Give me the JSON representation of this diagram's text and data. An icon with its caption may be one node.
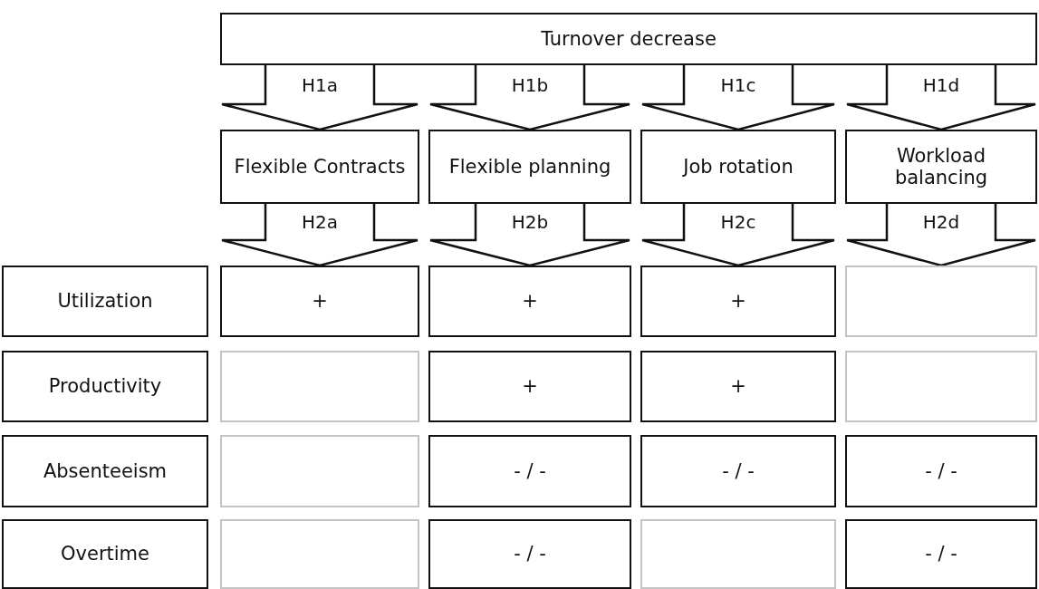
{
  "diagram": {
    "nodes": [
      {
        "text": [
          "Turnover decrease"
        ]
      },
      {
        "text": [
          "Flexible Contracts"
        ]
      },
      {
        "text": [
          "Flexible planning"
        ]
      },
      {
        "text": [
          "Job rotation"
        ]
      },
      {
        "text": [
          "Workload balancing"
        ]
      },
      {
        "text": [
          "Utilization"
        ]
      },
      {
        "text": [
          "+"
        ]
      },
      {
        "text": [
          "+"
        ]
      },
      {
        "text": [
          "+"
        ]
      },
      {
        "text": [],
        "shape": "box"
      },
      {
        "text": [
          "Productivity"
        ]
      },
      {
        "text": [],
        "shape": "box"
      },
      {
        "text": [
          "+"
        ]
      },
      {
        "text": [
          "+"
        ]
      },
      {
        "text": [],
        "shape": "box"
      },
      {
        "text": [
          "Absenteeism"
        ]
      },
      {
        "text": [],
        "shape": "box"
      },
      {
        "text": [
          "- / -"
        ]
      },
      {
        "text": [
          "- / -"
        ]
      },
      {
        "text": [
          "- / -"
        ]
      },
      {
        "text": [
          "Overtime"
        ]
      },
      {
        "text": [],
        "shape": "box"
      },
      {
        "text": [
          "- / -"
        ]
      },
      {
        "text": [],
        "shape": "box"
      },
      {
        "text": [
          "- / -"
        ]
      }
    ],
    "edges": [
      {
        "from": 0,
        "to": 1,
        "arrow": "to",
        "label": "H1a"
      },
      {
        "from": 0,
        "to": 2,
        "arrow": "to",
        "label": "H1b"
      },
      {
        "from": 0,
        "to": 3,
        "arrow": "to",
        "label": "H1c"
      },
      {
        "from": 0,
        "to": 4,
        "arrow": "to",
        "label": "H1d"
      },
      {
        "from": 1,
        "to": 6,
        "arrow": "to",
        "label": "H2a"
      },
      {
        "from": 2,
        "to": 7,
        "arrow": "to",
        "label": "H2b"
      },
      {
        "from": 3,
        "to": 8,
        "arrow": "to",
        "label": "H2c"
      },
      {
        "from": 4,
        "to": 9,
        "arrow": "to",
        "label": "H2d"
      }
    ]
  }
}
